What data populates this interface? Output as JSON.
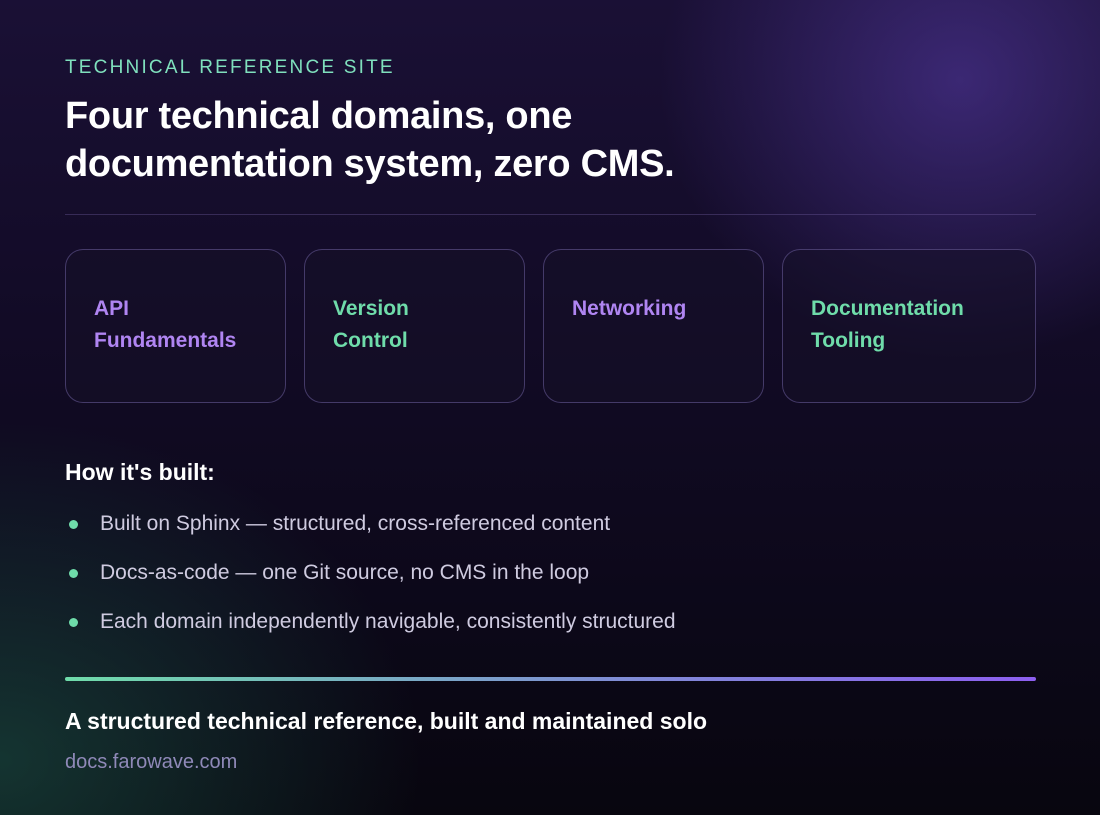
{
  "eyebrow": "TECHNICAL REFERENCE SITE",
  "headline": {
    "line1": "Four technical domains, one",
    "line2": "documentation system, zero CMS."
  },
  "cards": [
    {
      "line1": "API",
      "line2": "Fundamentals",
      "color": "#b085f2"
    },
    {
      "line1": "Version",
      "line2": "Control",
      "color": "#6fdcaa"
    },
    {
      "line1": "Networking",
      "line2": "",
      "color": "#b085f2"
    },
    {
      "line1": "Documentation",
      "line2": "Tooling",
      "color": "#6fdcaa"
    }
  ],
  "how": {
    "title": "How it's built:",
    "bullets": [
      "Built on Sphinx — structured, cross-referenced content",
      "Docs-as-code — one Git source, no CMS in the loop",
      "Each domain independently navigable, consistently structured"
    ]
  },
  "footer": {
    "tagline": "A structured technical reference, built and maintained solo",
    "url": "docs.farowave.com"
  },
  "colors": {
    "accent_green": "#6fdcaa",
    "accent_purple": "#b085f2",
    "background": "#120b26"
  }
}
